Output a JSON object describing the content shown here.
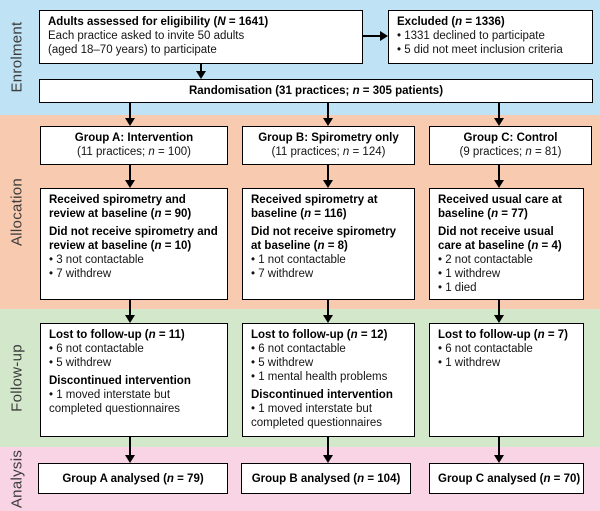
{
  "bands": [
    {
      "label": "Enrolment",
      "color": "#bfe2f4"
    },
    {
      "label": "Allocation",
      "color": "#f8cbb0"
    },
    {
      "label": "Follow-up",
      "color": "#d3e8ca"
    },
    {
      "label": "Analysis",
      "color": "#f9d4e4"
    }
  ],
  "boxes": {
    "eligibility": {
      "paras": [
        {
          "b": true,
          "parts": [
            "Adults assessed for eligibility (",
            {
              "i": "N"
            },
            " = 1641)"
          ]
        },
        {
          "parts": [
            "Each practice asked to invite 50 adults"
          ]
        },
        {
          "parts": [
            "(aged 18–70 years) to participate"
          ]
        }
      ]
    },
    "excluded": {
      "paras": [
        {
          "b": true,
          "parts": [
            "Excluded (",
            {
              "i": "n"
            },
            " = 1336)"
          ]
        },
        {
          "parts": [
            "• 1331 declined to participate"
          ]
        },
        {
          "parts": [
            "• 5 did not meet inclusion criteria"
          ]
        }
      ]
    },
    "randomisation": {
      "paras": [
        {
          "b": true,
          "parts": [
            "Randomisation (31 practices; ",
            {
              "i": "n"
            },
            " = 305 patients)"
          ]
        }
      ]
    },
    "groupA": {
      "paras": [
        {
          "b": true,
          "parts": [
            "Group A: Intervention"
          ]
        },
        {
          "parts": [
            "(11 practices; ",
            {
              "i": "n"
            },
            " = 100)"
          ]
        }
      ]
    },
    "groupB": {
      "paras": [
        {
          "b": true,
          "parts": [
            "Group B: Spirometry only"
          ]
        },
        {
          "parts": [
            "(11 practices; ",
            {
              "i": "n"
            },
            " = 124)"
          ]
        }
      ]
    },
    "groupC": {
      "paras": [
        {
          "b": true,
          "parts": [
            "Group C: Control"
          ]
        },
        {
          "parts": [
            "(9 practices; ",
            {
              "i": "n"
            },
            " = 81)"
          ]
        }
      ]
    },
    "allocationA": {
      "paras": [
        {
          "b": true,
          "parts": [
            "Received spirometry and review at baseline (",
            {
              "i": "n"
            },
            " = 90)"
          ]
        },
        {
          "b": true,
          "parts": [
            "Did not receive spirometry and review at baseline (",
            {
              "i": "n"
            },
            " = 10)"
          ]
        },
        {
          "parts": [
            "• 3 not contactable"
          ]
        },
        {
          "parts": [
            "• 7 withdrew"
          ]
        }
      ]
    },
    "allocationB": {
      "paras": [
        {
          "b": true,
          "parts": [
            "Received spirometry at baseline (",
            {
              "i": "n"
            },
            " = 116)"
          ]
        },
        {
          "b": true,
          "parts": [
            "Did not receive spirometry at baseline (",
            {
              "i": "n"
            },
            " = 8)"
          ]
        },
        {
          "parts": [
            "• 1 not contactable"
          ]
        },
        {
          "parts": [
            "• 7 withdrew"
          ]
        }
      ]
    },
    "allocationC": {
      "paras": [
        {
          "b": true,
          "parts": [
            "Received usual care at baseline (",
            {
              "i": "n"
            },
            " = 77)"
          ]
        },
        {
          "b": true,
          "parts": [
            "Did not receive usual care at baseline (",
            {
              "i": "n"
            },
            " = 4)"
          ]
        },
        {
          "parts": [
            "• 2 not contactable"
          ]
        },
        {
          "parts": [
            "• 1 withdrew"
          ]
        },
        {
          "parts": [
            "• 1 died"
          ]
        }
      ]
    },
    "followupA": {
      "paras": [
        {
          "b": true,
          "parts": [
            "Lost to follow-up (",
            {
              "i": "n"
            },
            " = 11)"
          ]
        },
        {
          "parts": [
            "• 6 not contactable"
          ]
        },
        {
          "parts": [
            "• 5 withdrew"
          ]
        },
        {
          "b": true,
          "parts": [
            "Discontinued intervention"
          ]
        },
        {
          "parts": [
            "• 1 moved interstate but completed questionnaires"
          ]
        }
      ]
    },
    "followupB": {
      "paras": [
        {
          "b": true,
          "parts": [
            "Lost to follow-up (",
            {
              "i": "n"
            },
            " = 12)"
          ]
        },
        {
          "parts": [
            "• 6 not contactable"
          ]
        },
        {
          "parts": [
            "• 5 withdrew"
          ]
        },
        {
          "parts": [
            "• 1 mental health problems"
          ]
        },
        {
          "b": true,
          "parts": [
            "Discontinued intervention"
          ]
        },
        {
          "parts": [
            "• 1 moved interstate but completed questionnaires"
          ]
        }
      ]
    },
    "followupC": {
      "paras": [
        {
          "b": true,
          "parts": [
            "Lost to follow-up (",
            {
              "i": "n"
            },
            " = 7)"
          ]
        },
        {
          "parts": [
            "• 6 not contactable"
          ]
        },
        {
          "parts": [
            "• 1 withdrew"
          ]
        }
      ]
    },
    "analysedA": {
      "paras": [
        {
          "b": true,
          "parts": [
            "Group A analysed (",
            {
              "i": "n"
            },
            " = 79)"
          ]
        }
      ]
    },
    "analysedB": {
      "paras": [
        {
          "b": true,
          "parts": [
            "Group B analysed (",
            {
              "i": "n"
            },
            " = 104)"
          ]
        }
      ]
    },
    "analysedC": {
      "paras": [
        {
          "b": true,
          "parts": [
            "Group C analysed (",
            {
              "i": "n"
            },
            " = 70)"
          ]
        }
      ]
    }
  }
}
